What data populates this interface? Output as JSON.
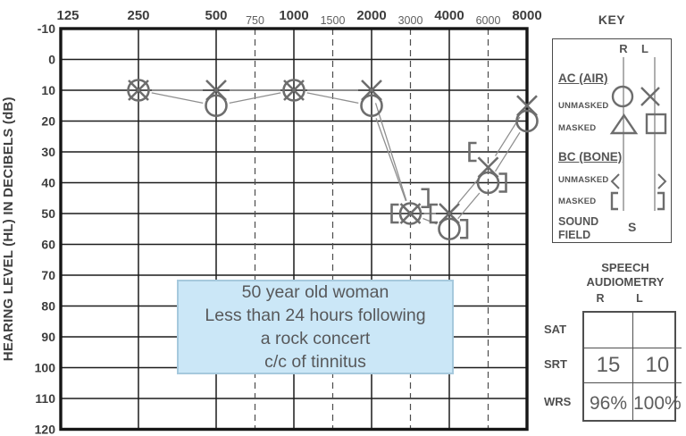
{
  "chart_data": {
    "type": "line",
    "subtype": "audiogram",
    "title": "",
    "y_axis": {
      "label": "HEARING LEVEL (HL) IN DECIBELS (dB)",
      "ticks": [
        -10,
        0,
        10,
        20,
        30,
        40,
        50,
        60,
        70,
        80,
        90,
        100,
        110,
        120
      ],
      "min": -10,
      "max": 120
    },
    "x_axis": {
      "octaves": [
        {
          "label": "125",
          "hz": 125
        },
        {
          "label": "250",
          "hz": 250
        },
        {
          "label": "500",
          "hz": 500
        },
        {
          "label": "1000",
          "hz": 1000
        },
        {
          "label": "2000",
          "hz": 2000
        },
        {
          "label": "4000",
          "hz": 4000
        },
        {
          "label": "8000",
          "hz": 8000
        }
      ],
      "interoctaves": [
        {
          "label": "750",
          "hz": 750
        },
        {
          "label": "1500",
          "hz": 1500
        },
        {
          "label": "3000",
          "hz": 3000
        },
        {
          "label": "6000",
          "hz": 6000
        }
      ]
    },
    "series": [
      {
        "name": "right-ear-air-unmasked",
        "symbol": "circle",
        "connect": true,
        "offset": 0,
        "points": [
          {
            "hz": 250,
            "db": 10
          },
          {
            "hz": 500,
            "db": 15
          },
          {
            "hz": 1000,
            "db": 10
          },
          {
            "hz": 2000,
            "db": 15
          },
          {
            "hz": 3000,
            "db": 50
          },
          {
            "hz": 4000,
            "db": 55
          },
          {
            "hz": 6000,
            "db": 40
          },
          {
            "hz": 8000,
            "db": 20
          }
        ]
      },
      {
        "name": "left-ear-air-unmasked",
        "symbol": "x",
        "connect": true,
        "offset": 0,
        "points": [
          {
            "hz": 250,
            "db": 10
          },
          {
            "hz": 500,
            "db": 10
          },
          {
            "hz": 1000,
            "db": 10
          },
          {
            "hz": 2000,
            "db": 10
          },
          {
            "hz": 3000,
            "db": 50
          },
          {
            "hz": 4000,
            "db": 50
          },
          {
            "hz": 6000,
            "db": 35
          },
          {
            "hz": 8000,
            "db": 15
          }
        ]
      },
      {
        "name": "right-ear-bone-masked",
        "symbol": "bracket-left",
        "connect": false,
        "offset": -20,
        "points": [
          {
            "hz": 3000,
            "db": 50
          },
          {
            "hz": 4000,
            "db": 50
          },
          {
            "hz": 6000,
            "db": 30
          }
        ]
      },
      {
        "name": "left-ear-bone-masked",
        "symbol": "bracket-right",
        "connect": false,
        "offset": 19,
        "points": [
          {
            "hz": 3000,
            "db": 45
          },
          {
            "hz": 4000,
            "db": 55
          },
          {
            "hz": 6000,
            "db": 40
          }
        ]
      }
    ],
    "colors": {
      "grid": "#1c1c1c",
      "dashed": "#4d4d4d",
      "symbol": "#6d6d6d",
      "line": "#8f8f8f",
      "border": "#161616"
    }
  },
  "annotation": {
    "background": "#cbe7f7",
    "lines": [
      "50 year old woman",
      "Less than 24 hours following",
      "a rock concert",
      "c/c of tinnitus"
    ]
  },
  "key": {
    "title": "KEY",
    "col_right": "R",
    "col_left": "L",
    "ac_heading": "AC (AIR)",
    "bc_heading": "BC (BONE)",
    "unmasked_label": "UNMASKED",
    "masked_label": "MASKED",
    "sound_field_line1": "SOUND",
    "sound_field_line2": "FIELD",
    "sound_field_symbol": "S"
  },
  "speech": {
    "title_line1": "SPEECH",
    "title_line2": "AUDIOMETRY",
    "col_right": "R",
    "col_left": "L",
    "rows": [
      {
        "label": "SAT",
        "right": "",
        "left": ""
      },
      {
        "label": "SRT",
        "right": "15",
        "left": "10"
      },
      {
        "label": "WRS",
        "right": "96%",
        "left": "100%"
      }
    ]
  }
}
